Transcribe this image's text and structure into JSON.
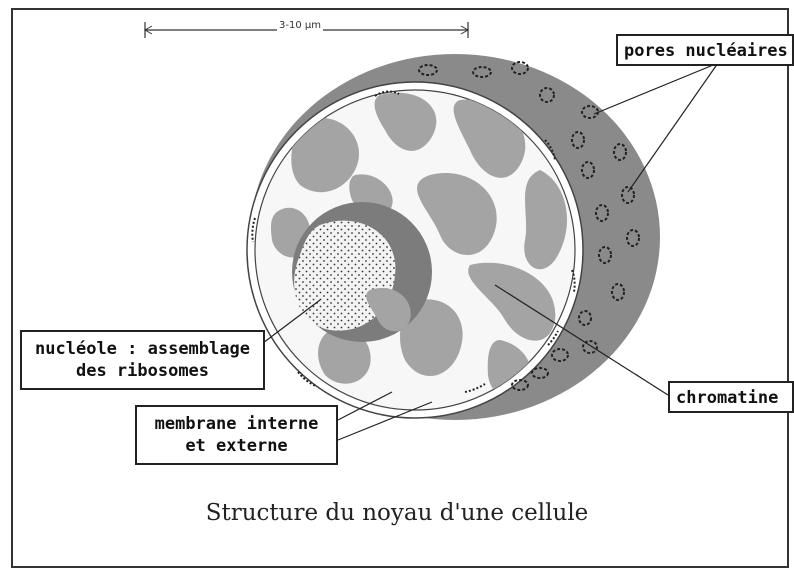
{
  "scale": {
    "text": "3-10 µm"
  },
  "labels": {
    "pores": "pores nucléaires",
    "nucleole_line1": "nucléole : assemblage",
    "nucleole_line2": "des ribosomes",
    "membrane_line1": "membrane interne",
    "membrane_line2": "et externe",
    "chromatine": "chromatine"
  },
  "caption": "Structure du noyau d'une cellule",
  "colors": {
    "envelope": "#8a8a8a",
    "chromatin": "#a4a4a4",
    "nucleoplasm": "#f7f7f7",
    "lines": "#222222"
  }
}
